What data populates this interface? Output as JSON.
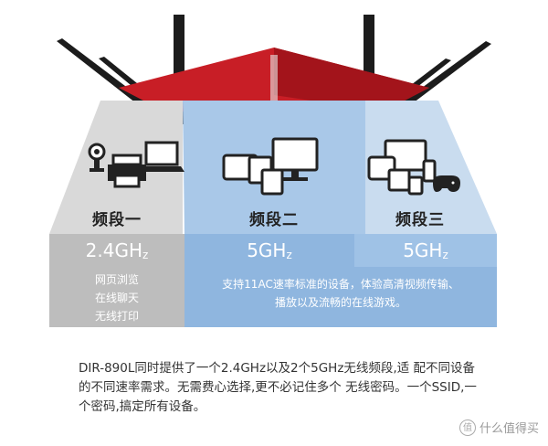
{
  "bands": [
    {
      "name": "频段一",
      "freq_main": "2.4GH",
      "freq_sub": "z"
    },
    {
      "name": "频段二",
      "freq_main": "5GH",
      "freq_sub": "z"
    },
    {
      "name": "频段三",
      "freq_main": "5GH",
      "freq_sub": "z"
    }
  ],
  "usage_left": [
    "网页浏览",
    "在线聊天",
    "无线打印"
  ],
  "usage_right": [
    "支持11AC速率标准的设备，体验高清视频传输、",
    "播放以及流畅的在线游戏。"
  ],
  "description": "DIR-890L同时提供了一个2.4GHz以及2个5GHz无线频段,适 配不同设备的不同速率需求。无需费心选择,更不必记住多个 无线密码。一个SSID,一个密码,搞定所有设备。",
  "watermark": {
    "badge": "值",
    "text": "什么值得买"
  },
  "colors": {
    "router_red": "#c81e26",
    "grey_beam": "#d9d9d9",
    "blue_beam": "#a9c8e8",
    "light_blue_beam": "#c9dcef"
  },
  "icons": [
    "printer-webcam-laptop-icon",
    "tablet-monitor-phone-icon",
    "monitor-tablet-gamepad-icon"
  ]
}
